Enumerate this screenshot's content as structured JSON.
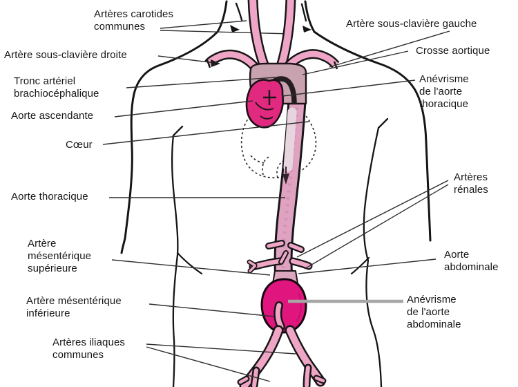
{
  "figure": {
    "labels": {
      "carotides": {
        "line1": "Artères carotides",
        "line2": "communes"
      },
      "sous_claviere_gauche": {
        "line1": "Artère sous-clavière gauche"
      },
      "sous_claviere_droite": {
        "line1": "Artère sous-clavière droite"
      },
      "crosse_aortique": {
        "line1": "Crosse aortique"
      },
      "tronc": {
        "line1": "Tronc artériel",
        "line2": "brachiocéphalique"
      },
      "anevrisme_thoracique": {
        "line1": "Anévrisme",
        "line2": "de l'aorte",
        "line3": "thoracique"
      },
      "aorte_ascendante": {
        "line1": "Aorte ascendante"
      },
      "coeur": {
        "line1": "Cœur"
      },
      "aorte_thoracique": {
        "line1": "Aorte thoracique"
      },
      "arteres_renales": {
        "line1": "Artères",
        "line2": "rénales"
      },
      "mesenterique_superieure": {
        "line1": "Artère",
        "line2": "mésentérique",
        "line3": "supérieure"
      },
      "aorte_abdominale": {
        "line1": "Aorte",
        "line2": "abdominale"
      },
      "mesenterique_inferieure": {
        "line1": "Artère mésentérique",
        "line2": "inférieure"
      },
      "anevrisme_abdominal": {
        "line1": "Anévrisme",
        "line2": "de l'aorte",
        "line3": "abdominale"
      },
      "arteres_iliaques": {
        "line1": "Artères iliaques",
        "line2": "communes"
      }
    },
    "colors": {
      "artery_pink": "#EFA5C5",
      "aorta_pink": "#DFA2C1",
      "arch_mauve": "#C8A2AF",
      "heart_magenta": "#E0297F",
      "aneurysm_magenta": "#E0157E",
      "outline_black": "#151515",
      "leader_gray": "#A6A6A6",
      "background": "#FFFFFF",
      "text_color": "#161616"
    }
  }
}
